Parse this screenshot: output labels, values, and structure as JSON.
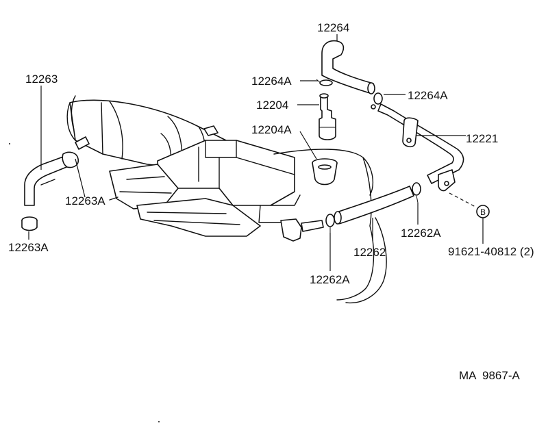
{
  "diagram": {
    "labels": {
      "p12264": "12264",
      "p12264A_left": "12264A",
      "p12264A_right": "12264A",
      "p12204": "12204",
      "p12204A": "12204A",
      "p12221": "12221",
      "p12263": "12263",
      "p12263A_mid": "12263A",
      "p12263A_bottom": "12263A",
      "p12262": "12262",
      "p12262A_right": "12262A",
      "p12262A_bottom": "12262A",
      "bolt_ref": "91621-40812 (2)",
      "bolt_marker": "B",
      "figure_code": "MA  9867-A"
    }
  }
}
